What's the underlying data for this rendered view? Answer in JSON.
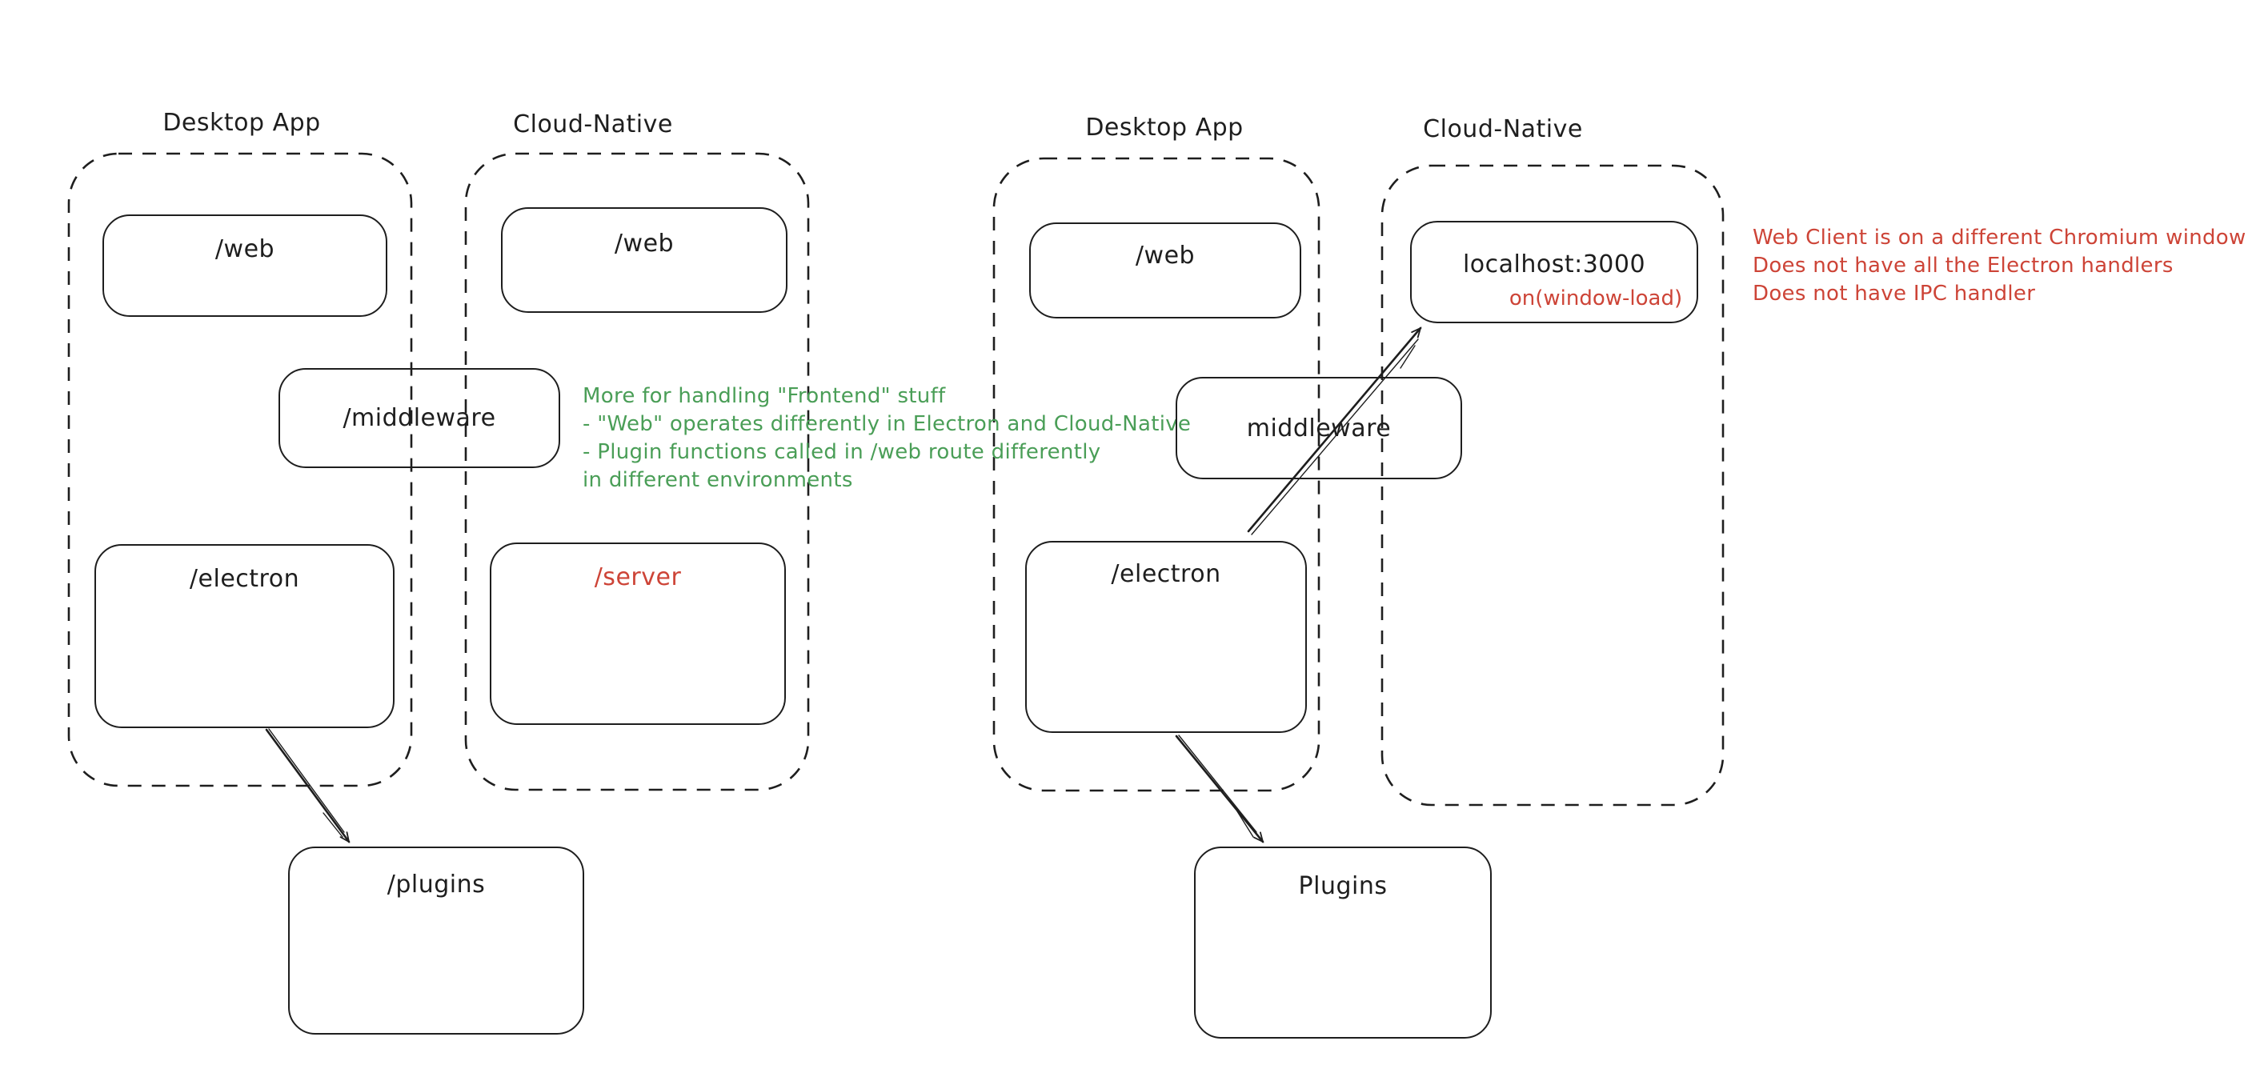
{
  "colors": {
    "background": "#ffffff",
    "stroke": "#1e1e1e",
    "green": "#4a9e57",
    "red": "#cd4437"
  },
  "left": {
    "desktop_title": "Desktop App",
    "cloud_title": "Cloud-Native",
    "web1_label": "/web",
    "web2_label": "/web",
    "middleware_label": "/middleware",
    "electron_label": "/electron",
    "server_label": "/server",
    "plugins_label": "/plugins",
    "green_note": {
      "line1": "More for handling \"Frontend\" stuff",
      "line2": "- \"Web\" operates differently in Electron and Cloud-Native",
      "line3": "- Plugin functions called in /web route differently",
      "line4": "in different environments"
    }
  },
  "right": {
    "desktop_title": "Desktop App",
    "cloud_title": "Cloud-Native",
    "web_label": "/web",
    "localhost_label": "localhost:3000",
    "onload_label": "on(window-load)",
    "middleware_label": "middleware",
    "electron_label": "/electron",
    "plugins_label": "Plugins",
    "red_note": {
      "line1": "Web Client is on a different Chromium window",
      "line2": "Does not have all the Electron handlers",
      "line3": "Does not have IPC handler"
    }
  }
}
